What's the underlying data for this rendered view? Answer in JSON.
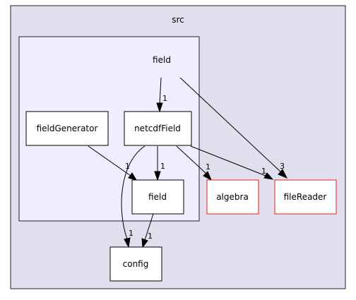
{
  "clusters": {
    "outer": "src",
    "inner": "field"
  },
  "nodes": {
    "field_generator": "fieldGenerator",
    "netcdf_field": "netcdfField",
    "field": "field",
    "algebra": "algebra",
    "file_reader": "fileReader",
    "config": "config"
  },
  "edge_labels": {
    "cluster_to_netcdf": "1",
    "cluster_to_filereader": "3",
    "generator_to_field": "1",
    "netcdf_to_field": "1",
    "netcdf_to_algebra": "1",
    "netcdf_to_filereader": "1",
    "netcdf_to_config": "1",
    "field_to_config": "1"
  },
  "colors": {
    "outer_cluster": "#dfdfed",
    "inner_cluster": "#eeeeff",
    "external_border": "#e0211d"
  }
}
